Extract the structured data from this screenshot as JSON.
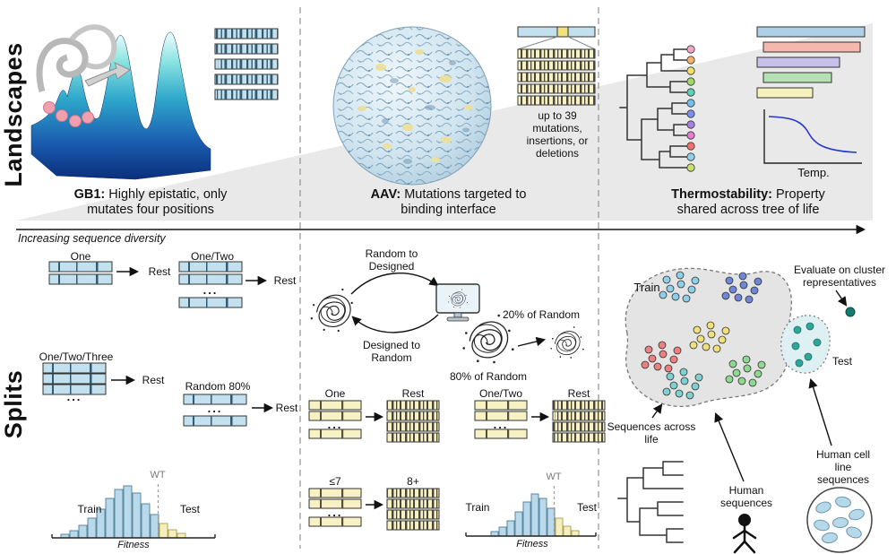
{
  "section_labels": {
    "landscapes": "Landscapes",
    "splits": "Splits"
  },
  "diversity_axis": {
    "label": "Increasing sequence diversity"
  },
  "landscapes": {
    "gb1": {
      "name": "GB1:",
      "desc": "Highly epistatic, only mutates four positions"
    },
    "aav": {
      "name": "AAV:",
      "desc": "Mutations targeted to binding interface",
      "note": "up to 39 mutations, insertions, or deletions"
    },
    "thermo": {
      "name": "Thermostability:",
      "desc": "Property shared across tree of life",
      "temp_label": "Temp."
    }
  },
  "splits": {
    "gb1": {
      "one": "One",
      "one_two": "One/Two",
      "one_two_three": "One/Two/Three",
      "random80": "Random 80%",
      "rest": "Rest",
      "train": "Train",
      "test": "Test",
      "wt": "WT",
      "fitness": "Fitness",
      "ellipsis": "..."
    },
    "aav": {
      "random_to_designed": "Random to Designed",
      "designed_to_random": "Designed to Random",
      "pct20": "20% of Random",
      "pct80": "80% of Random",
      "one": "One",
      "one_two": "One/Two",
      "le7": "≤7",
      "gt8": "8+",
      "rest": "Rest",
      "train": "Train",
      "test": "Test",
      "wt": "WT",
      "fitness": "Fitness",
      "ellipsis": "..."
    },
    "thermo": {
      "train": "Train",
      "test": "Test",
      "evaluate": "Evaluate on cluster representatives",
      "across_life": "Sequences across life",
      "human": "Human sequences",
      "cell_line": "Human cell line sequences"
    }
  },
  "colors": {
    "wedge_gray": "#e9e9e9",
    "sequence_blue": "#c3e0ef",
    "sequence_yellow": "#f7f2c4",
    "histogram_train_blue": "#b9d9ea",
    "histogram_test_yellow": "#f5efbd",
    "temp_curve_blue": "#2838c8",
    "cluster_colors": [
      "#8ecfe8",
      "#6f85d6",
      "#ea8080",
      "#f0e07a",
      "#8fd88f",
      "#7fd0d0",
      "#2fa69a"
    ],
    "thermo_bar_colors": [
      "#aecfe8",
      "#f4b8ae",
      "#c6c0ea",
      "#b5e2b5",
      "#f6f0bd"
    ]
  }
}
